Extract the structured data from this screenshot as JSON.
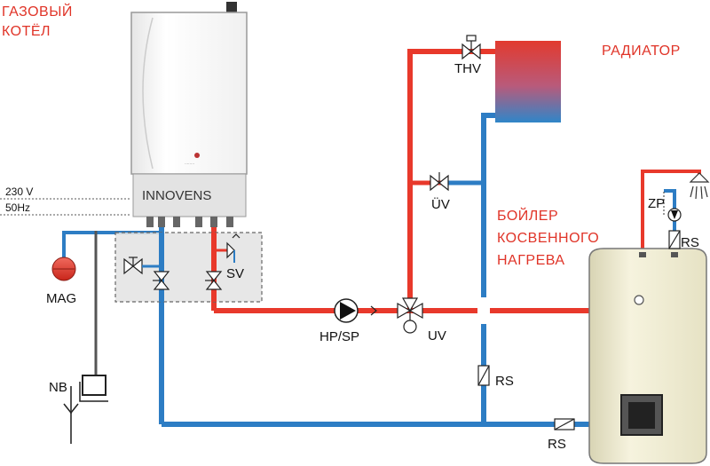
{
  "labels": {
    "gas_boiler_line1": "ГАЗОВЫЙ",
    "gas_boiler_line2": "КОТЁЛ",
    "radiator": "РАДИАТОР",
    "indirect_boiler_line1": "БОЙЛЕР",
    "indirect_boiler_line2": "КОСВЕННОГО",
    "indirect_boiler_line3": "НАГРЕВА",
    "voltage": "230 V",
    "frequency": "50Hz",
    "brand": "INNOVENS",
    "thv": "THV",
    "uv_top": "ÜV",
    "zp": "ZP",
    "rs_top": "RS",
    "sv": "SV",
    "mag": "MAG",
    "hp_sp": "HP/SP",
    "uv_mid": "UV",
    "rs_mid": "RS",
    "rs_bottom": "RS",
    "nb": "NB"
  },
  "colors": {
    "supply": "#e8392b",
    "return": "#2d7dc4",
    "text_accent": "#e03428"
  }
}
